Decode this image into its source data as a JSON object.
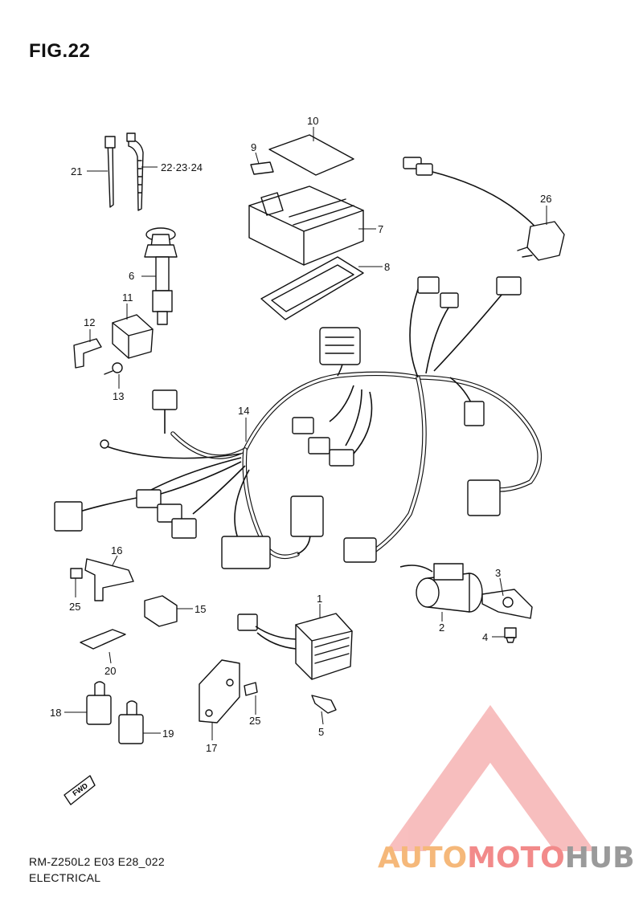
{
  "header": {
    "figure": "FIG.22"
  },
  "footer": {
    "code": "RM-Z250L2 E03 E28_022",
    "section": "ELECTRICAL"
  },
  "callouts": {
    "p1": "1",
    "p2": "2",
    "p3": "3",
    "p4": "4",
    "p5": "5",
    "p6": "6",
    "p7": "7",
    "p8": "8",
    "p9": "9",
    "p10": "10",
    "p11": "11",
    "p12": "12",
    "p13": "13",
    "p14": "14",
    "p15": "15",
    "p16": "16",
    "p17": "17",
    "p18": "18",
    "p19": "19",
    "p20": "20",
    "p21": "21",
    "p22": "22·23·24",
    "p25a": "25",
    "p25b": "25",
    "p26": "26"
  },
  "fwd_tag": "FWD",
  "watermark": {
    "part1": "AUTO",
    "part2": "MOTO",
    "part3": "HUB",
    "color1": "#f5b87a",
    "color2": "#f28a8a",
    "color3": "#9a9a9a"
  }
}
